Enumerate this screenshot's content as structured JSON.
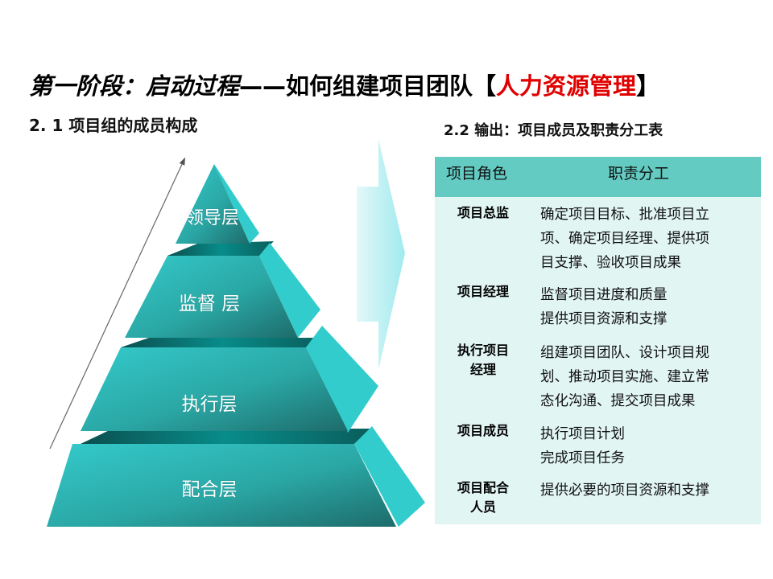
{
  "slide": {
    "title": {
      "part_italic": "第一阶段：启动过程",
      "dash": "——",
      "part_normal": "如何组建项目团队",
      "bracket_open": "【",
      "highlight": "人力资源管理",
      "bracket_close": "】",
      "highlight_color": "#e00000"
    },
    "left_heading": "2. 1 项目组的成员构成",
    "right_heading": "2.2 输出：项目成员及职责分工表"
  },
  "pyramid": {
    "layers": [
      {
        "label": "领导层"
      },
      {
        "label": "监督 层"
      },
      {
        "label": "执行层"
      },
      {
        "label": "配合层"
      }
    ],
    "colors": {
      "face_light": "#33c9c9",
      "face_dark": "#1c6d6b",
      "edge": "#0a8a88"
    }
  },
  "arrow": {
    "icon": "right-arrow-icon",
    "color": "#a8ecef"
  },
  "table": {
    "headers": [
      "项目角色",
      "职责分工"
    ],
    "rows": [
      {
        "role": [
          "项目总监"
        ],
        "duties": [
          "确定项目目标、批准项目立",
          "项、确定项目经理、提供项",
          "目支撑、验收项目成果"
        ]
      },
      {
        "role": [
          "项目经理"
        ],
        "duties": [
          "监督项目进度和质量",
          "提供项目资源和支撑"
        ]
      },
      {
        "role": [
          "执行项目",
          "经理"
        ],
        "duties": [
          "组建项目团队、设计项目规",
          "划、推动项目实施、建立常",
          "态化沟通、提交项目成果"
        ]
      },
      {
        "role": [
          "项目成员"
        ],
        "duties": [
          "执行项目计划",
          "完成项目任务"
        ]
      },
      {
        "role": [
          "项目配合",
          "人员"
        ],
        "duties": [
          "提供必要的项目资源和支撑"
        ]
      }
    ],
    "header_bg": "#63cbc2",
    "body_bg": "#e1f5f3"
  }
}
